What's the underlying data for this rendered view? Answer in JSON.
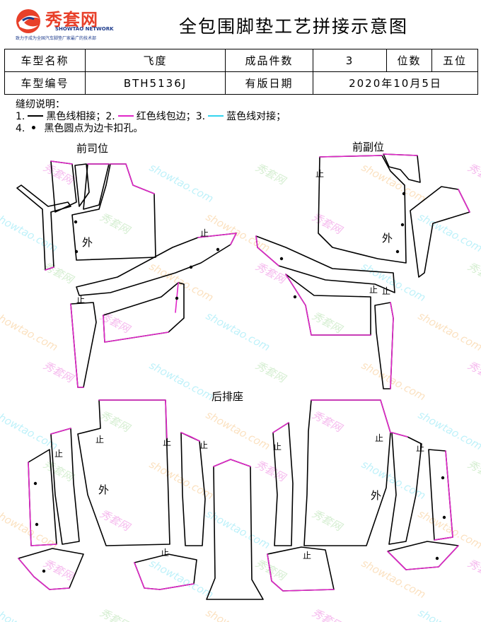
{
  "header": {
    "logo_name": "秀套网",
    "logo_en": "SHOWTAO NETWORK",
    "logo_tagline": "致力于成为全国汽车脚垫厂家最广的技术部",
    "title": "全包围脚垫工艺拼接示意图"
  },
  "info_table": {
    "model_name_label": "车型名称",
    "model_name_value": "飞度",
    "piece_count_label": "成品件数",
    "piece_count_value": "3",
    "seats_label": "位数",
    "seats_value": "五位",
    "model_code_label": "车型编号",
    "model_code_value": "BTH5136J",
    "date_label": "有版日期",
    "date_value": "2020年10月5日"
  },
  "sewing_notes": {
    "title": "缝纫说明：",
    "n1_prefix": "1.",
    "n1_text": "黑色线相接；",
    "n2_prefix": "2.",
    "n2_text": "红色线包边；",
    "n3_prefix": "3.",
    "n3_text": "蓝色线对接；",
    "n4_prefix": "4.",
    "n4_text": "黑色圆点为边卡扣孔。"
  },
  "diagram": {
    "driver_label": "前司位",
    "passenger_label": "前副位",
    "rear_label": "后排座",
    "outer_mark": "外",
    "top_mark": "止"
  },
  "watermark": {
    "cn": "秀套网",
    "url": "showtao.com"
  },
  "colors": {
    "black_line": "#000000",
    "red_line": "#e026c8",
    "blue_line": "#33d4ee",
    "logo_red": "#e8402a",
    "logo_blue": "#1d3b8c"
  }
}
